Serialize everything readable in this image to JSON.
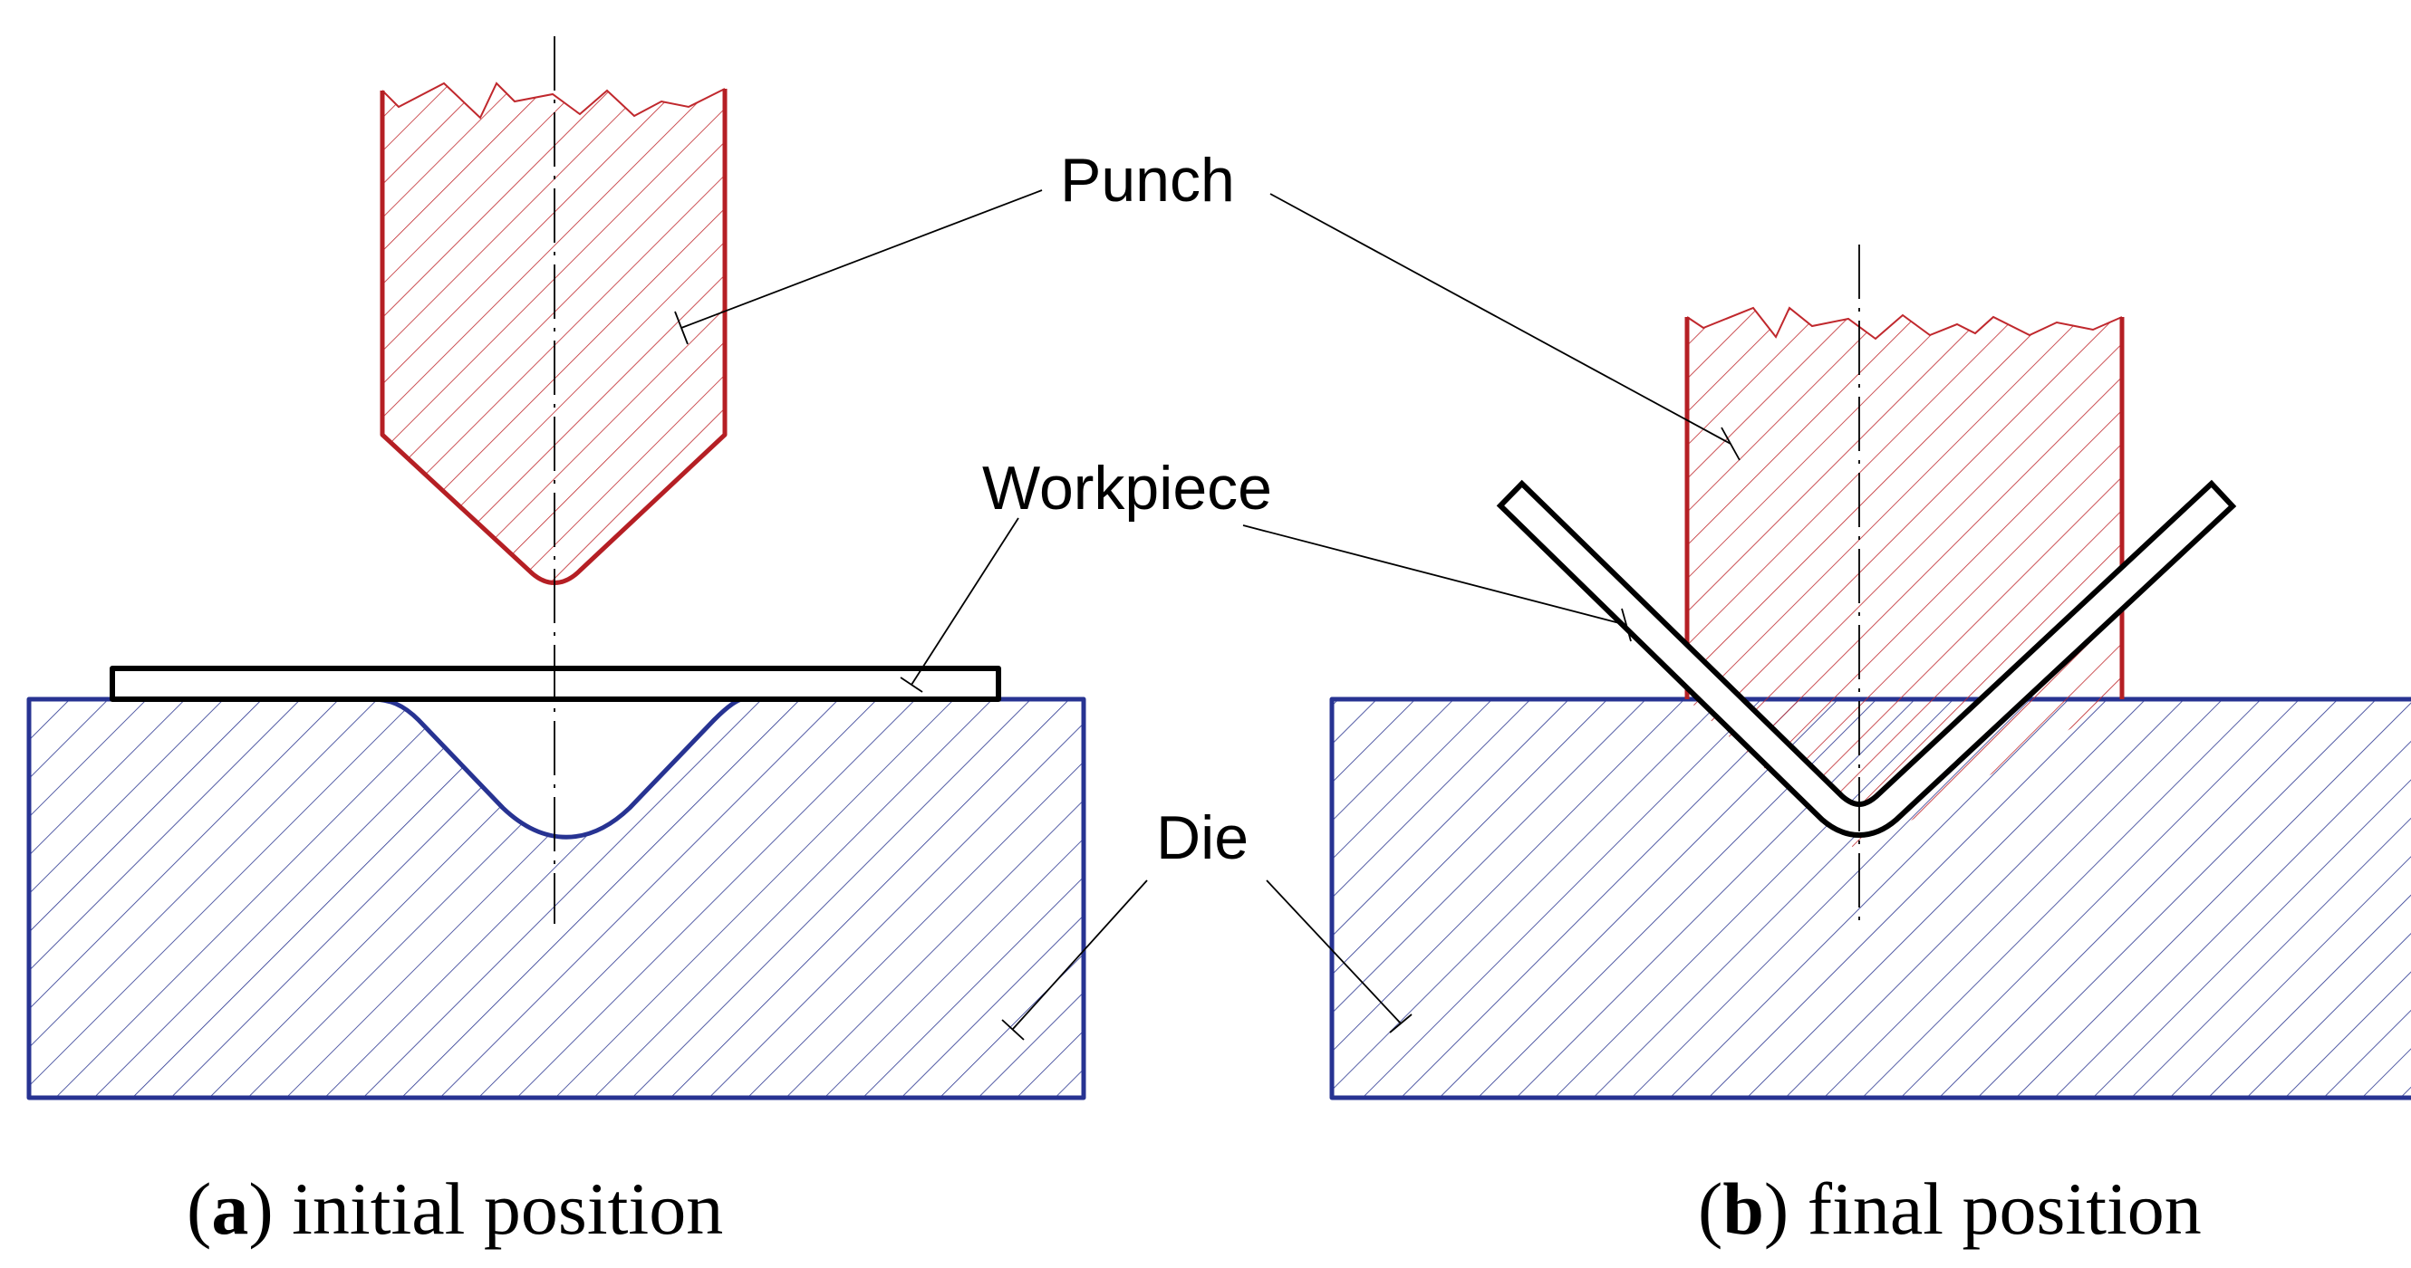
{
  "labels": {
    "punch": "Punch",
    "workpiece": "Workpiece",
    "die": "Die"
  },
  "captions": {
    "a_letter": "a",
    "a_text": "initial position",
    "b_letter": "b",
    "b_text": "final position"
  },
  "colors": {
    "punch": "#b51f24",
    "die": "#273392",
    "workpiece": "#000000"
  }
}
